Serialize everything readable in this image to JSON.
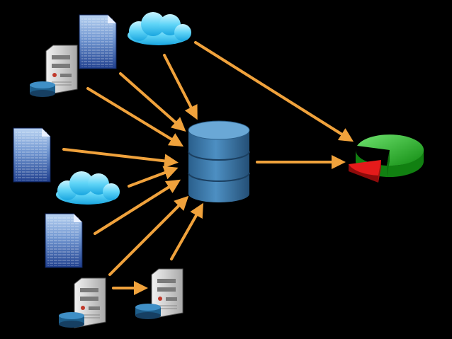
{
  "diagram": {
    "background": "#000000",
    "arrow_color": "#f0a23c",
    "nodes": [
      {
        "id": "document-1",
        "icon": "document-icon"
      },
      {
        "id": "cloud-1",
        "icon": "cloud-icon"
      },
      {
        "id": "server-1",
        "icon": "server-icon"
      },
      {
        "id": "document-2",
        "icon": "document-icon"
      },
      {
        "id": "cloud-2",
        "icon": "cloud-icon"
      },
      {
        "id": "document-3",
        "icon": "document-icon"
      },
      {
        "id": "server-2",
        "icon": "server-icon"
      },
      {
        "id": "server-3",
        "icon": "server-icon"
      },
      {
        "id": "central-database",
        "icon": "database-icon"
      },
      {
        "id": "analytics-pie",
        "icon": "pie-chart-icon"
      }
    ],
    "edges": [
      {
        "from": "cloud-1",
        "to": "analytics-pie"
      },
      {
        "from": "cloud-1",
        "to": "central-database"
      },
      {
        "from": "document-1",
        "to": "central-database"
      },
      {
        "from": "server-1",
        "to": "central-database"
      },
      {
        "from": "document-2",
        "to": "central-database"
      },
      {
        "from": "cloud-2",
        "to": "central-database"
      },
      {
        "from": "document-3",
        "to": "central-database"
      },
      {
        "from": "server-2",
        "to": "central-database"
      },
      {
        "from": "server-3",
        "to": "central-database"
      },
      {
        "from": "server-2",
        "to": "server-3"
      },
      {
        "from": "central-database",
        "to": "analytics-pie"
      }
    ],
    "colors": {
      "cloud": "#5ed0f5",
      "database": "#3a78a8",
      "document": "#2c4f9c",
      "server": "#dadada",
      "disk": "#1e5f8c",
      "pie_main": "#2fae2f",
      "pie_slice": "#e01414"
    }
  }
}
